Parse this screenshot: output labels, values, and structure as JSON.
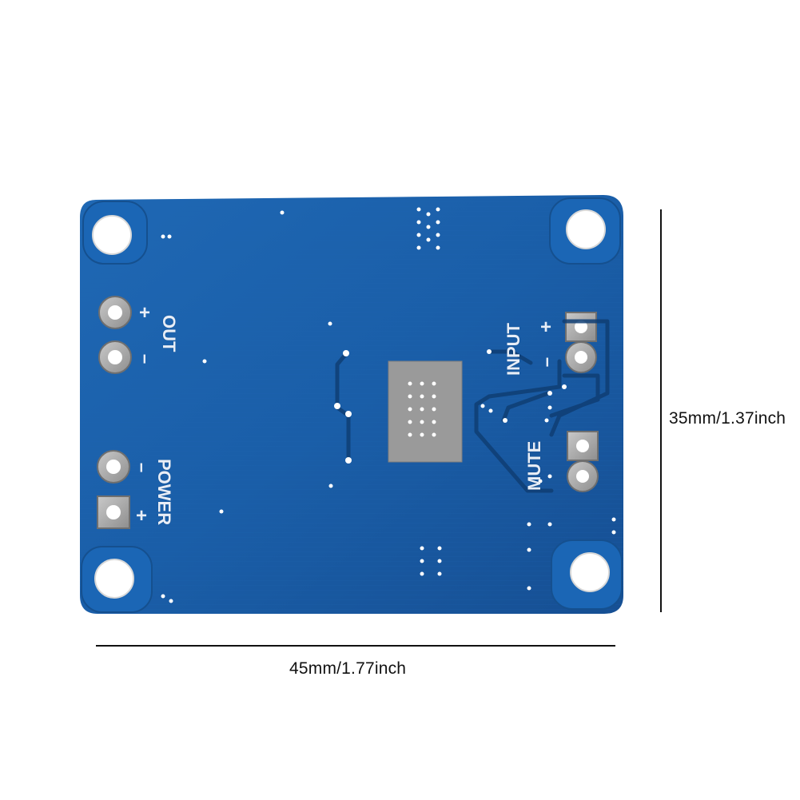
{
  "dimensions": {
    "width_label": "45mm/1.77inch",
    "height_label": "35mm/1.37inch"
  },
  "board": {
    "color": "#1a5fa8",
    "silkscreen": {
      "out": "OUT",
      "power": "POWER",
      "input": "INPUT",
      "mute": "MUTE",
      "plus": "+",
      "minus": "−"
    }
  }
}
